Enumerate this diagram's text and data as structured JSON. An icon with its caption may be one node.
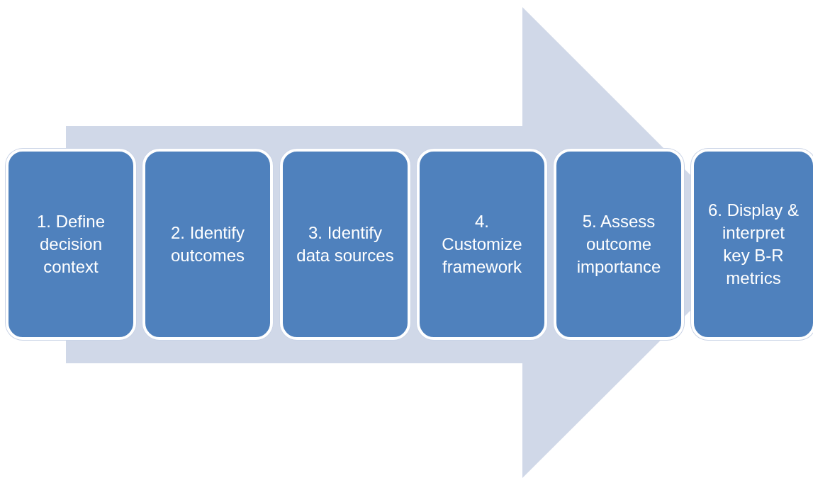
{
  "diagram": {
    "nodes": [
      {
        "text": [
          "1. Define decision context"
        ]
      },
      {
        "text": [
          "2. Identify outcomes"
        ]
      },
      {
        "text": [
          "3. Identify data sources"
        ]
      },
      {
        "text": [
          "4. Customize framework"
        ]
      },
      {
        "text": [
          "5. Assess outcome importance"
        ]
      },
      {
        "text": [
          "6. Display & interpret key B-R metrics"
        ]
      }
    ],
    "edges": [
      {
        "from": 0,
        "to": 5,
        "arrow": "to"
      }
    ]
  }
}
